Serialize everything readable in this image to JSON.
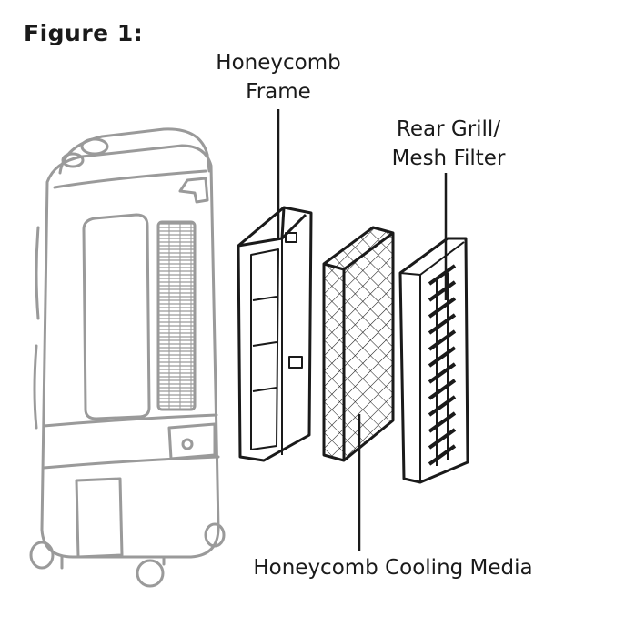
{
  "figure": {
    "title": "Figure 1:"
  },
  "labels": {
    "honeycomb_frame": [
      "Honeycomb",
      "Frame"
    ],
    "rear_grill": [
      "Rear Grill/",
      "Mesh Filter"
    ],
    "cooling_media": "Honeycomb Cooling Media"
  },
  "colors": {
    "ink": "#1a1a1a",
    "unit_outline": "#9a9a9a",
    "background": "#ffffff"
  }
}
